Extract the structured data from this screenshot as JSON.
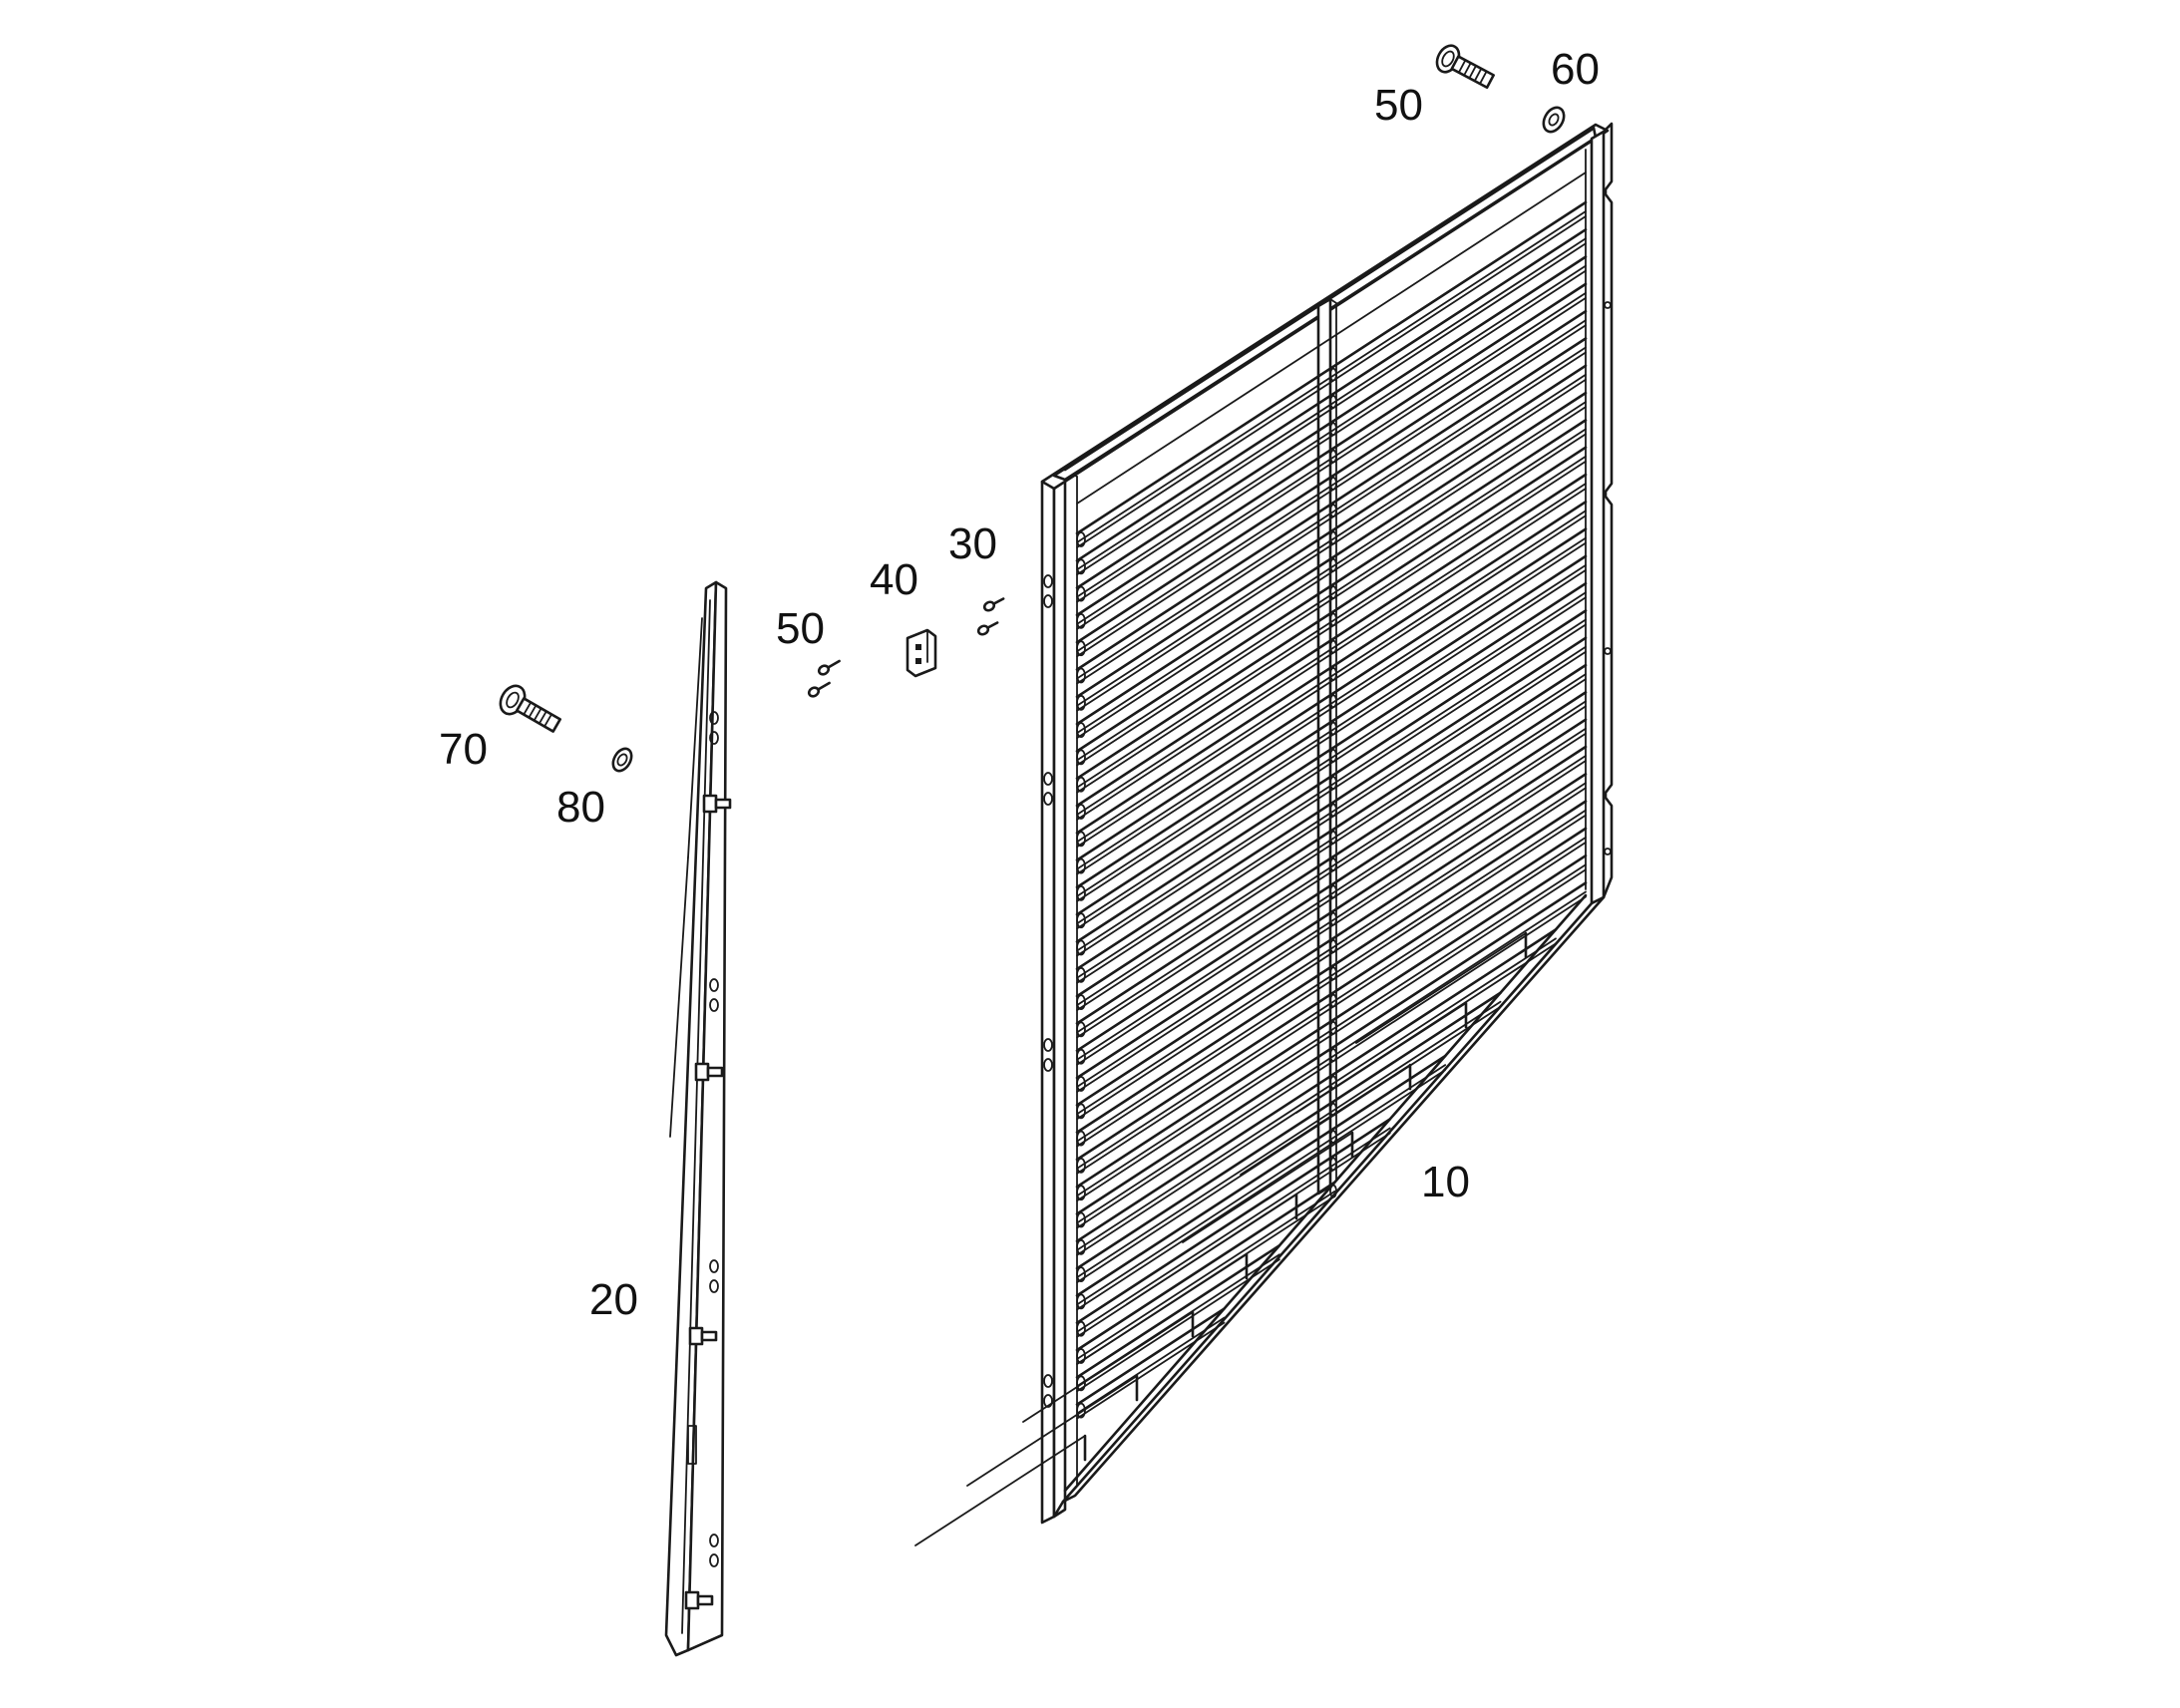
{
  "diagram": {
    "colors": {
      "line": "#1a1a1a",
      "background": "#ffffff",
      "label": "#111111"
    },
    "callouts": [
      {
        "id": "c10",
        "text": "10",
        "part": "louvre-panel"
      },
      {
        "id": "c20",
        "text": "20",
        "part": "side-rail"
      },
      {
        "id": "c30",
        "text": "30",
        "part": "screws-small"
      },
      {
        "id": "c40",
        "text": "40",
        "part": "bracket"
      },
      {
        "id": "c50a",
        "text": "50",
        "part": "screws-pair"
      },
      {
        "id": "c50b",
        "text": "50",
        "part": "bolt-top"
      },
      {
        "id": "c60",
        "text": "60",
        "part": "washer-top"
      },
      {
        "id": "c70",
        "text": "70",
        "part": "bolt-left"
      },
      {
        "id": "c80",
        "text": "80",
        "part": "washer-left"
      }
    ]
  }
}
